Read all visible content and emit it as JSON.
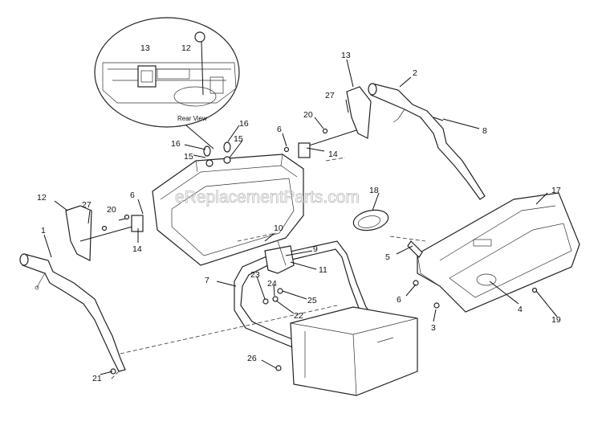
{
  "watermark": "eReplacementParts.com",
  "inset": {
    "caption": "Rear View"
  },
  "callouts": [
    {
      "id": "c1",
      "label": "1"
    },
    {
      "id": "c2",
      "label": "2"
    },
    {
      "id": "c3",
      "label": "3"
    },
    {
      "id": "c4",
      "label": "4"
    },
    {
      "id": "c5",
      "label": "5"
    },
    {
      "id": "c6a",
      "label": "6"
    },
    {
      "id": "c6b",
      "label": "6"
    },
    {
      "id": "c6c",
      "label": "6"
    },
    {
      "id": "c7",
      "label": "7"
    },
    {
      "id": "c8",
      "label": "8"
    },
    {
      "id": "c9",
      "label": "9"
    },
    {
      "id": "c10",
      "label": "10"
    },
    {
      "id": "c11",
      "label": "11"
    },
    {
      "id": "c12a",
      "label": "12"
    },
    {
      "id": "c12b",
      "label": "12"
    },
    {
      "id": "c13a",
      "label": "13"
    },
    {
      "id": "c13b",
      "label": "13"
    },
    {
      "id": "c14a",
      "label": "14"
    },
    {
      "id": "c14b",
      "label": "14"
    },
    {
      "id": "c15a",
      "label": "15"
    },
    {
      "id": "c15b",
      "label": "15"
    },
    {
      "id": "c16a",
      "label": "16"
    },
    {
      "id": "c16b",
      "label": "16"
    },
    {
      "id": "c17",
      "label": "17"
    },
    {
      "id": "c18",
      "label": "18"
    },
    {
      "id": "c19",
      "label": "19"
    },
    {
      "id": "c20a",
      "label": "20"
    },
    {
      "id": "c20b",
      "label": "20"
    },
    {
      "id": "c21",
      "label": "21"
    },
    {
      "id": "c22",
      "label": "22"
    },
    {
      "id": "c23",
      "label": "23"
    },
    {
      "id": "c24",
      "label": "24"
    },
    {
      "id": "c25",
      "label": "25"
    },
    {
      "id": "c26",
      "label": "26"
    },
    {
      "id": "c27a",
      "label": "27"
    },
    {
      "id": "c27b",
      "label": "27"
    }
  ]
}
